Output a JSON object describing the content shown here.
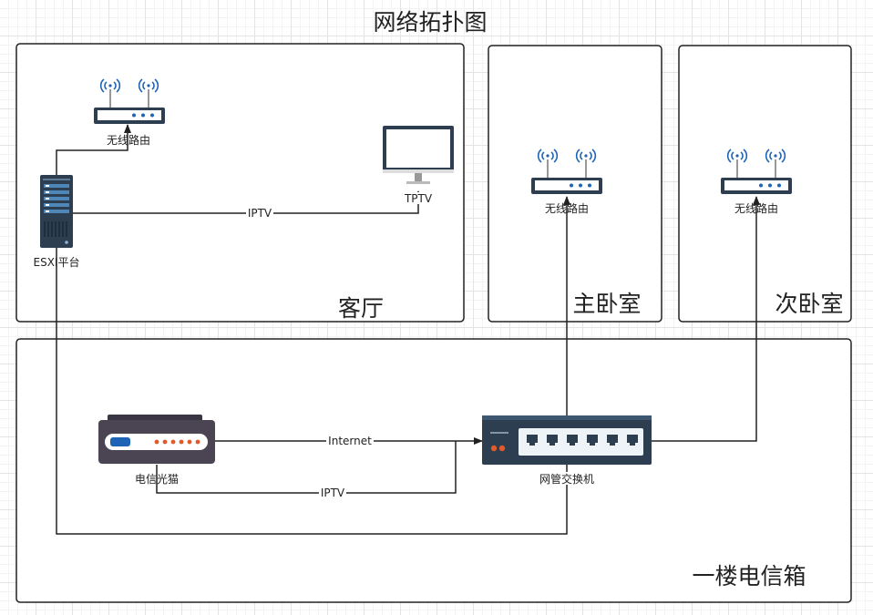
{
  "title": "网络拓扑图",
  "rooms": {
    "living": "客厅",
    "master": "主卧室",
    "second": "次卧室",
    "box": "一楼电信箱"
  },
  "devices": {
    "router_living": "无线路由",
    "esxi": "ESXI平台",
    "tv": "TPTV",
    "router_master": "无线路由",
    "router_second": "无线路由",
    "modem": "电信光猫",
    "switch": "网管交换机"
  },
  "edges": {
    "esxi_tv": "IPTV",
    "modem_switch_internet": "Internet",
    "modem_switch_iptv": "IPTV"
  },
  "colors": {
    "border": "#222222",
    "device_dark": "#2c3e50",
    "modem_body": "#4a4453",
    "wifi_blue": "#1e63b5",
    "accent_orange": "#e05a2b"
  }
}
